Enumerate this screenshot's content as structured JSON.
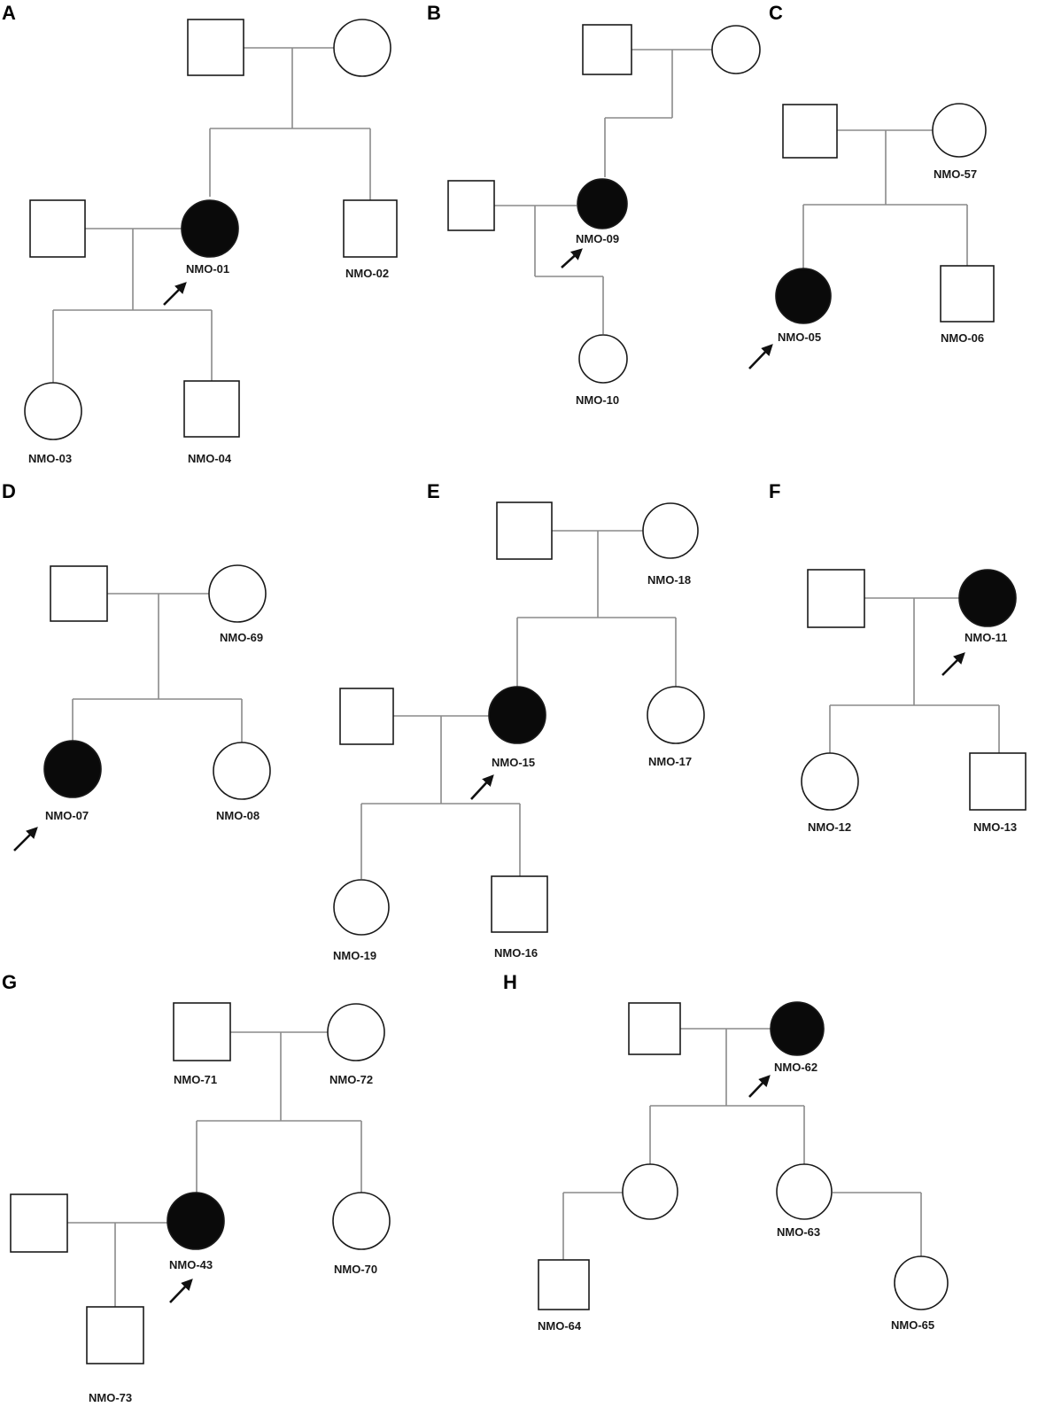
{
  "colors": {
    "affected": "#0a0a0a",
    "unaffected": "#ffffff",
    "outline": "#1a1a1a",
    "line": "#8a8a8a"
  },
  "panels": [
    {
      "letter": "A",
      "labels": [
        "NMO-01",
        "NMO-02",
        "NMO-03",
        "NMO-04"
      ]
    },
    {
      "letter": "B",
      "labels": [
        "NMO-09",
        "NMO-10"
      ]
    },
    {
      "letter": "C",
      "labels": [
        "NMO-57",
        "NMO-05",
        "NMO-06"
      ]
    },
    {
      "letter": "D",
      "labels": [
        "NMO-69",
        "NMO-07",
        "NMO-08"
      ]
    },
    {
      "letter": "E",
      "labels": [
        "NMO-18",
        "NMO-15",
        "NMO-17",
        "NMO-19",
        "NMO-16"
      ]
    },
    {
      "letter": "F",
      "labels": [
        "NMO-11",
        "NMO-12",
        "NMO-13"
      ]
    },
    {
      "letter": "G",
      "labels": [
        "NMO-71",
        "NMO-72",
        "NMO-43",
        "NMO-70",
        "NMO-73"
      ]
    },
    {
      "letter": "H",
      "labels": [
        "NMO-62",
        "NMO-63",
        "NMO-64",
        "NMO-65"
      ]
    }
  ]
}
